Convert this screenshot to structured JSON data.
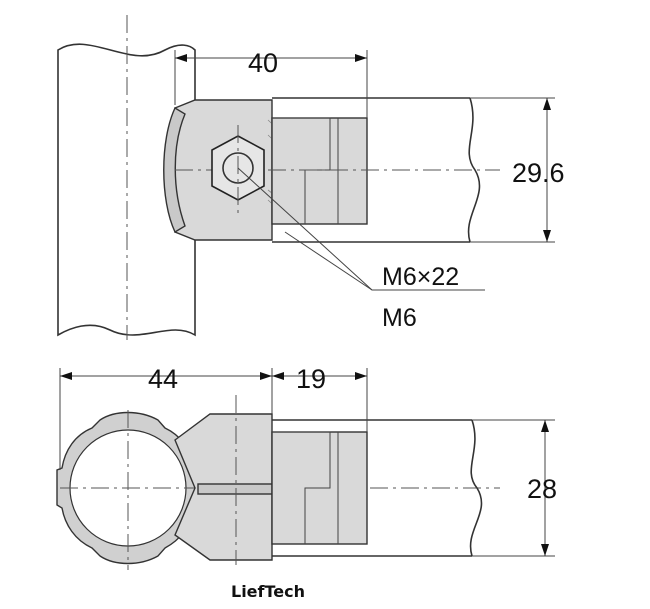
{
  "dimensions": {
    "top_width": "40",
    "top_height": "29.6",
    "bottom_left_width": "44",
    "bottom_right_width": "19",
    "bottom_height": "28"
  },
  "callouts": {
    "bolt": "M6×22",
    "thread": "M6"
  },
  "brand": "LiefTech",
  "colors": {
    "part_fill": "#d9d9d9",
    "line": "#333333"
  }
}
